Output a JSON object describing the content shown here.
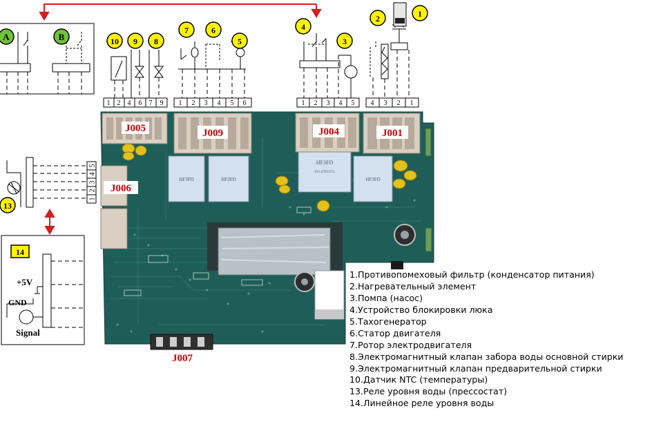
{
  "connectors": {
    "j005": "J005",
    "j009": "J009",
    "j004": "J004",
    "j001": "J001",
    "j006": "J006",
    "j007": "J007"
  },
  "component_markers": {
    "a": "A",
    "b": "B",
    "m1": "1",
    "m2": "2",
    "m3": "3",
    "m4": "4",
    "m5": "5",
    "m6": "6",
    "m7": "7",
    "m8": "8",
    "m9": "9",
    "m10": "10",
    "m13": "13",
    "m14": "14"
  },
  "pin_labels": {
    "j005_pins": [
      "1",
      "2",
      "4",
      "6",
      "7",
      "9"
    ],
    "j009_pins": [
      "1",
      "2",
      "3",
      "4",
      "5",
      "6"
    ],
    "j004_pins": [
      "1",
      "2",
      "3",
      "4",
      "5"
    ],
    "j001_pins": [
      "4",
      "3",
      "2",
      "1"
    ],
    "j006_pins": [
      "5",
      "4",
      "3",
      "2",
      "1"
    ]
  },
  "sensor_box": {
    "voltage": "+5V",
    "ground": "GND",
    "signal": "Signal"
  },
  "legend": [
    "1.Противопомеховый фильтр (конденсатор питания)",
    "2.Нагревательный элемент",
    "3.Помпа (насос)",
    "4.Устройство блокировки люка",
    "5.Тахогенератор",
    "6.Статор двигателя",
    "7.Ротор электродвигателя",
    "8.Электромагнитный клапан забора воды основной стирки",
    "9.Электромагнитный клапан предварительной стирки",
    "10.Датчик NTC (температуры)",
    "13.Реле уровня воды (прессостат)",
    "14.Линейное реле уровня воды"
  ],
  "colors": {
    "pcb": "#1f5e58",
    "marker_fill": "#fff200",
    "connector_label": "#cc0000",
    "arrow": "#d21f1f",
    "marker_green": "#6fc23a"
  }
}
